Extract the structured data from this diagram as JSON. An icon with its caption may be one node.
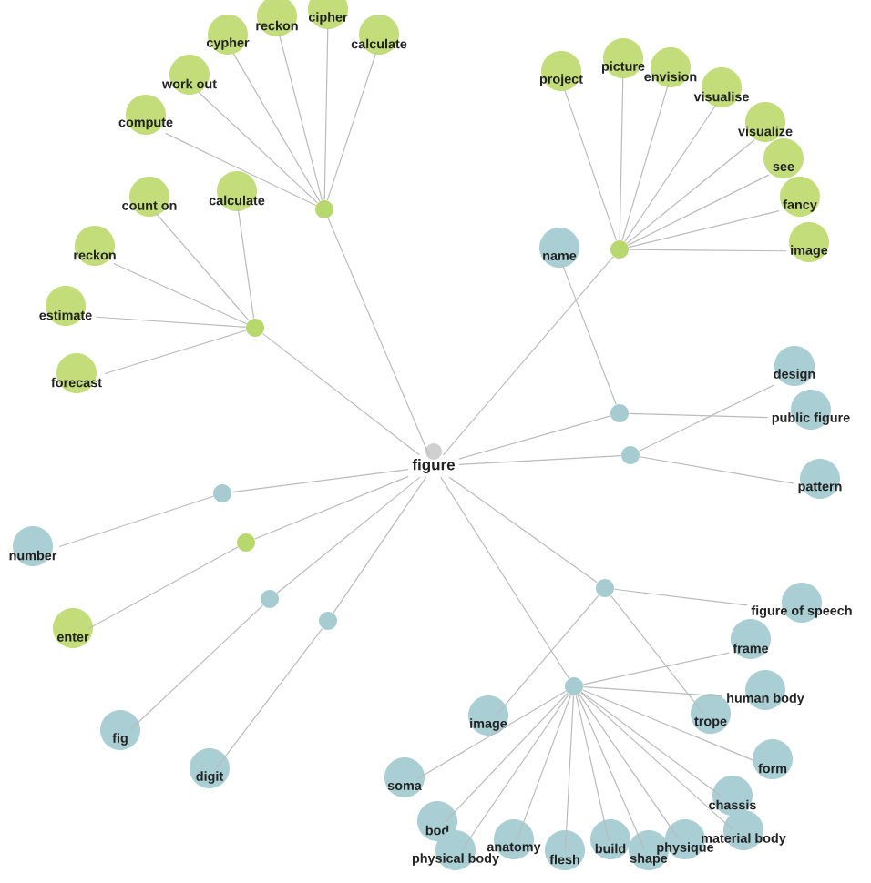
{
  "diagram": {
    "nodes": [
      {
        "text": [
          "figure"
        ]
      },
      {
        "text": [],
        "shape": "circle"
      },
      {
        "text": [
          "cypher"
        ]
      },
      {
        "text": [
          "reckon"
        ]
      },
      {
        "text": [
          "cipher"
        ]
      },
      {
        "text": [
          "calculate"
        ]
      },
      {
        "text": [
          "work out"
        ]
      },
      {
        "text": [
          "compute"
        ]
      },
      {
        "text": [
          "calculate"
        ]
      },
      {
        "text": [],
        "shape": "circle"
      },
      {
        "text": [
          "count on"
        ]
      },
      {
        "text": [
          "reckon"
        ]
      },
      {
        "text": [
          "estimate"
        ]
      },
      {
        "text": [
          "forecast"
        ]
      },
      {
        "text": [],
        "shape": "circle"
      },
      {
        "text": [
          "project"
        ]
      },
      {
        "text": [
          "picture"
        ]
      },
      {
        "text": [
          "envision"
        ]
      },
      {
        "text": [
          "visualise"
        ]
      },
      {
        "text": [
          "visualize"
        ]
      },
      {
        "text": [
          "see"
        ]
      },
      {
        "text": [
          "fancy"
        ]
      },
      {
        "text": [
          "image"
        ]
      },
      {
        "text": [
          "name"
        ]
      },
      {
        "text": [],
        "shape": "circle"
      },
      {
        "text": [
          "design"
        ]
      },
      {
        "text": [
          "public figure"
        ]
      },
      {
        "text": [],
        "shape": "circle"
      },
      {
        "text": [
          "pattern"
        ]
      },
      {
        "text": [],
        "shape": "circle"
      },
      {
        "text": [
          "number"
        ]
      },
      {
        "text": [],
        "shape": "circle"
      },
      {
        "text": [
          "enter"
        ]
      },
      {
        "text": [],
        "shape": "circle"
      },
      {
        "text": [
          "fig"
        ]
      },
      {
        "text": [],
        "shape": "circle"
      },
      {
        "text": [
          "digit"
        ]
      },
      {
        "text": [],
        "shape": "circle"
      },
      {
        "text": [
          "figure of speech"
        ]
      },
      {
        "text": [
          "trope"
        ]
      },
      {
        "text": [
          "image"
        ]
      },
      {
        "text": [],
        "shape": "circle"
      },
      {
        "text": [
          "frame"
        ]
      },
      {
        "text": [
          "human body"
        ]
      },
      {
        "text": [
          "form"
        ]
      },
      {
        "text": [
          "chassis"
        ]
      },
      {
        "text": [
          "soma"
        ]
      },
      {
        "text": [
          "bod"
        ]
      },
      {
        "text": [
          "physical body"
        ]
      },
      {
        "text": [
          "anatomy"
        ]
      },
      {
        "text": [
          "flesh"
        ]
      },
      {
        "text": [
          "build"
        ]
      },
      {
        "text": [
          "shape"
        ]
      },
      {
        "text": [
          "physique"
        ]
      },
      {
        "text": [
          "material body"
        ]
      }
    ],
    "edges": [
      {
        "from": 0,
        "to": 1,
        "arrow": "none"
      },
      {
        "from": 1,
        "to": 2,
        "arrow": "none"
      },
      {
        "from": 1,
        "to": 3,
        "arrow": "none"
      },
      {
        "from": 1,
        "to": 4,
        "arrow": "none"
      },
      {
        "from": 1,
        "to": 5,
        "arrow": "none"
      },
      {
        "from": 1,
        "to": 6,
        "arrow": "none"
      },
      {
        "from": 1,
        "to": 7,
        "arrow": "none"
      },
      {
        "from": 0,
        "to": 9,
        "arrow": "none"
      },
      {
        "from": 9,
        "to": 8,
        "arrow": "none"
      },
      {
        "from": 9,
        "to": 10,
        "arrow": "none"
      },
      {
        "from": 9,
        "to": 11,
        "arrow": "none"
      },
      {
        "from": 9,
        "to": 12,
        "arrow": "none"
      },
      {
        "from": 9,
        "to": 13,
        "arrow": "none"
      },
      {
        "from": 0,
        "to": 14,
        "arrow": "none"
      },
      {
        "from": 14,
        "to": 15,
        "arrow": "none"
      },
      {
        "from": 14,
        "to": 16,
        "arrow": "none"
      },
      {
        "from": 14,
        "to": 17,
        "arrow": "none"
      },
      {
        "from": 14,
        "to": 18,
        "arrow": "none"
      },
      {
        "from": 14,
        "to": 19,
        "arrow": "none"
      },
      {
        "from": 14,
        "to": 20,
        "arrow": "none"
      },
      {
        "from": 14,
        "to": 21,
        "arrow": "none"
      },
      {
        "from": 14,
        "to": 22,
        "arrow": "none"
      },
      {
        "from": 0,
        "to": 24,
        "arrow": "none"
      },
      {
        "from": 24,
        "to": 23,
        "arrow": "none"
      },
      {
        "from": 24,
        "to": 26,
        "arrow": "none"
      },
      {
        "from": 0,
        "to": 27,
        "arrow": "none"
      },
      {
        "from": 27,
        "to": 25,
        "arrow": "none"
      },
      {
        "from": 27,
        "to": 28,
        "arrow": "none"
      },
      {
        "from": 0,
        "to": 29,
        "arrow": "none"
      },
      {
        "from": 29,
        "to": 30,
        "arrow": "none"
      },
      {
        "from": 0,
        "to": 31,
        "arrow": "none"
      },
      {
        "from": 31,
        "to": 32,
        "arrow": "none"
      },
      {
        "from": 0,
        "to": 33,
        "arrow": "none"
      },
      {
        "from": 33,
        "to": 34,
        "arrow": "none"
      },
      {
        "from": 0,
        "to": 35,
        "arrow": "none"
      },
      {
        "from": 35,
        "to": 36,
        "arrow": "none"
      },
      {
        "from": 0,
        "to": 37,
        "arrow": "none"
      },
      {
        "from": 37,
        "to": 38,
        "arrow": "none"
      },
      {
        "from": 37,
        "to": 39,
        "arrow": "none"
      },
      {
        "from": 37,
        "to": 40,
        "arrow": "none"
      },
      {
        "from": 0,
        "to": 41,
        "arrow": "none"
      },
      {
        "from": 41,
        "to": 42,
        "arrow": "none"
      },
      {
        "from": 41,
        "to": 43,
        "arrow": "none"
      },
      {
        "from": 41,
        "to": 44,
        "arrow": "none"
      },
      {
        "from": 41,
        "to": 45,
        "arrow": "none"
      },
      {
        "from": 41,
        "to": 46,
        "arrow": "none"
      },
      {
        "from": 41,
        "to": 47,
        "arrow": "none"
      },
      {
        "from": 41,
        "to": 48,
        "arrow": "none"
      },
      {
        "from": 41,
        "to": 49,
        "arrow": "none"
      },
      {
        "from": 41,
        "to": 50,
        "arrow": "none"
      },
      {
        "from": 41,
        "to": 51,
        "arrow": "none"
      },
      {
        "from": 41,
        "to": 52,
        "arrow": "none"
      },
      {
        "from": 41,
        "to": 53,
        "arrow": "none"
      },
      {
        "from": 41,
        "to": 54,
        "arrow": "none"
      }
    ]
  }
}
